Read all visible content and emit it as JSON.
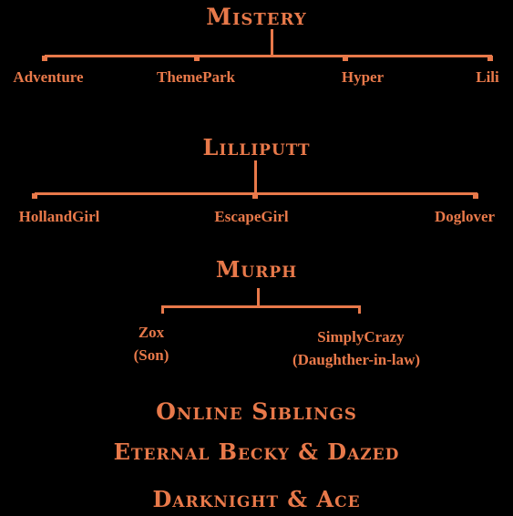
{
  "colors": {
    "background": "#000000",
    "accent": "#e8794a"
  },
  "tree1": {
    "root": "Mistery",
    "children": [
      "Adventure",
      "ThemePark",
      "Hyper",
      "Lili"
    ]
  },
  "tree2": {
    "root": "Lilliputt",
    "children": [
      "HollandGirl",
      "EscapeGirl",
      "Doglover"
    ]
  },
  "tree3": {
    "root": "Murph",
    "child1": {
      "name": "Zox",
      "note": "(Son)"
    },
    "child2": {
      "name": "SimplyCrazy",
      "note": "(Daughther-in-law)"
    }
  },
  "footer": {
    "heading": "Online Siblings",
    "line1": "Eternal Becky & Dazed",
    "line2": "Darknight & Ace"
  }
}
